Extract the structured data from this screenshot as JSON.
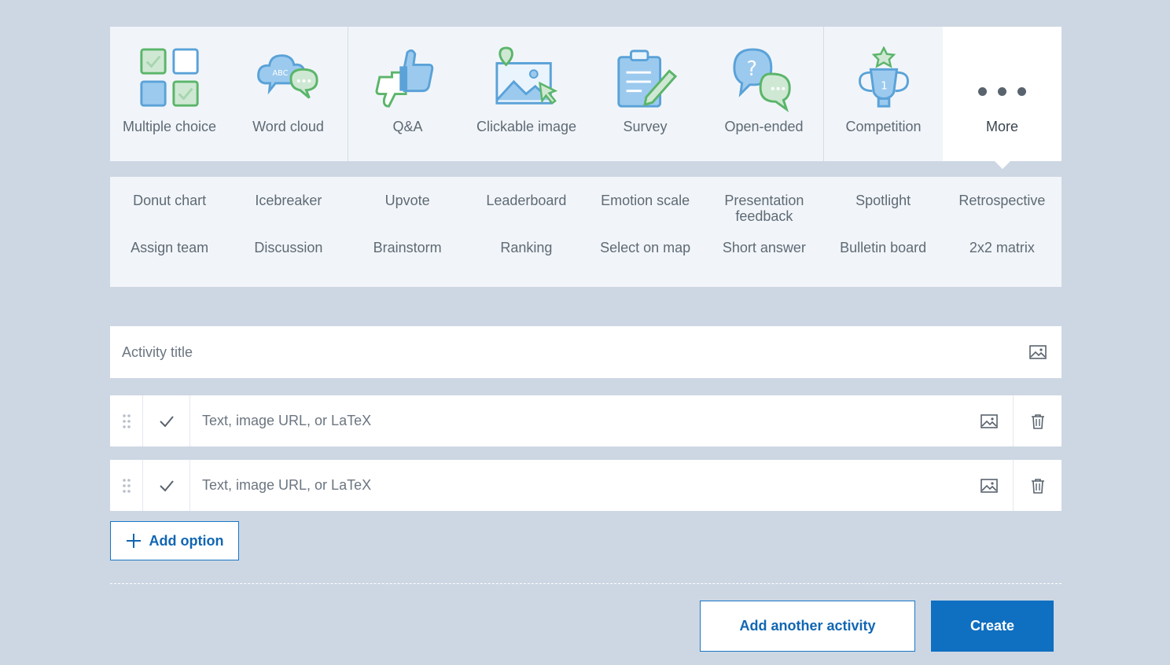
{
  "activity_types": {
    "groups": [
      [
        {
          "label": "Multiple choice",
          "icon": "multiple-choice-icon"
        },
        {
          "label": "Word cloud",
          "icon": "word-cloud-icon"
        }
      ],
      [
        {
          "label": "Q&A",
          "icon": "qa-thumbs-icon"
        },
        {
          "label": "Clickable image",
          "icon": "clickable-image-icon"
        },
        {
          "label": "Survey",
          "icon": "survey-clipboard-icon"
        },
        {
          "label": "Open-ended",
          "icon": "open-ended-chat-icon"
        }
      ],
      [
        {
          "label": "Competition",
          "icon": "trophy-icon"
        },
        {
          "label": "More",
          "icon": "more-dots-icon",
          "active": true
        }
      ]
    ]
  },
  "more_panel": {
    "items": [
      "Donut chart",
      "Icebreaker",
      "Upvote",
      "Leaderboard",
      "Emotion scale",
      "Presentation feedback",
      "Spotlight",
      "Retrospective",
      "Assign team",
      "Discussion",
      "Brainstorm",
      "Ranking",
      "Select on map",
      "Short answer",
      "Bulletin board",
      "2x2 matrix"
    ]
  },
  "form": {
    "title_placeholder": "Activity title",
    "option_placeholder": "Text, image URL, or LaTeX",
    "options": [
      {
        "value": ""
      },
      {
        "value": ""
      }
    ],
    "add_option_label": "Add option"
  },
  "footer": {
    "add_another_label": "Add another activity",
    "create_label": "Create"
  },
  "colors": {
    "background": "#cdd7e3",
    "panel": "#f1f5f9",
    "accent_blue": "#0f6fc1",
    "icon_blue": "#5aa2d8",
    "icon_green": "#5bb56a"
  }
}
